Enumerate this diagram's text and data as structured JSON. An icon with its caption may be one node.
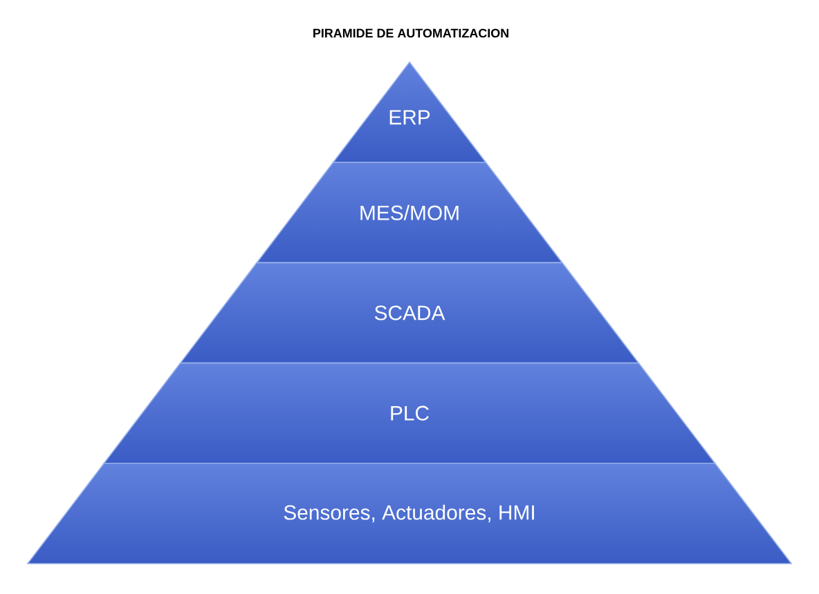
{
  "diagram": {
    "title": "PIRAMIDE DE AUTOMATIZACION",
    "nodes": [
      {
        "text": [
          "ERP"
        ]
      },
      {
        "text": [
          "MES/MOM"
        ]
      },
      {
        "text": [
          "SCADA"
        ]
      },
      {
        "text": [
          "PLC"
        ]
      },
      {
        "text": [
          "Sensores, Actuadores, HMI"
        ]
      }
    ]
  }
}
